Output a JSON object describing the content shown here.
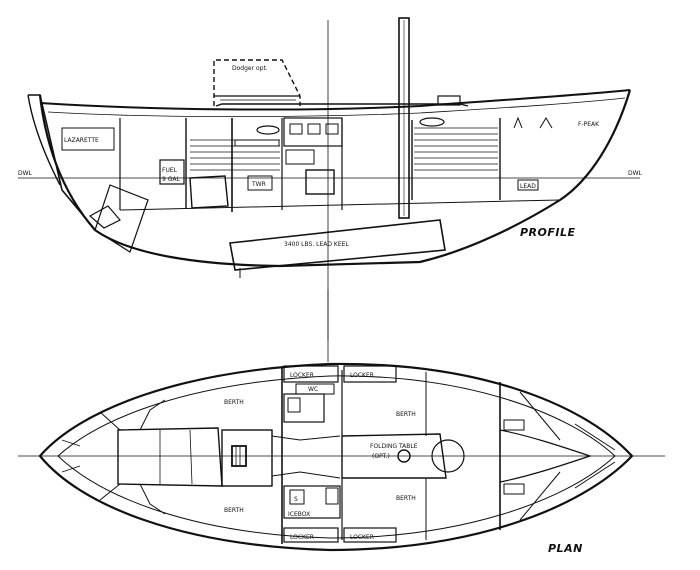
{
  "titles": {
    "profile": "PROFILE",
    "plan": "PLAN"
  },
  "profile_labels": {
    "lazarette": "LAZARETTE",
    "fuel": "FUEL",
    "fuel_gal": "9 GAL",
    "dwl_left": "DWL",
    "dwl_right": "DWL",
    "wire_tw": "TWR",
    "lead": "LEAD",
    "ballast": "3400 LBS. LEAD KEEL",
    "dodger": "Dodger opt.",
    "forepeak": "F-PEAK"
  },
  "plan_labels": {
    "berth_aft_port": "BERTH",
    "berth_aft_stbd": "BERTH",
    "berth_fwd_port": "BERTH",
    "berth_fwd_stbd": "BERTH",
    "locker_port_1": "LOCKER",
    "locker_port_2": "LOCKER",
    "locker_stbd_1": "LOCKER",
    "locker_stbd_2": "LOCKER",
    "head": "WC",
    "folding_table": "FOLDING TABLE",
    "table_opt": "(OPT.)",
    "icebox": "ICEBOX",
    "sink": "S"
  },
  "colors": {
    "ink": "#111111",
    "paper": "#ffffff"
  }
}
